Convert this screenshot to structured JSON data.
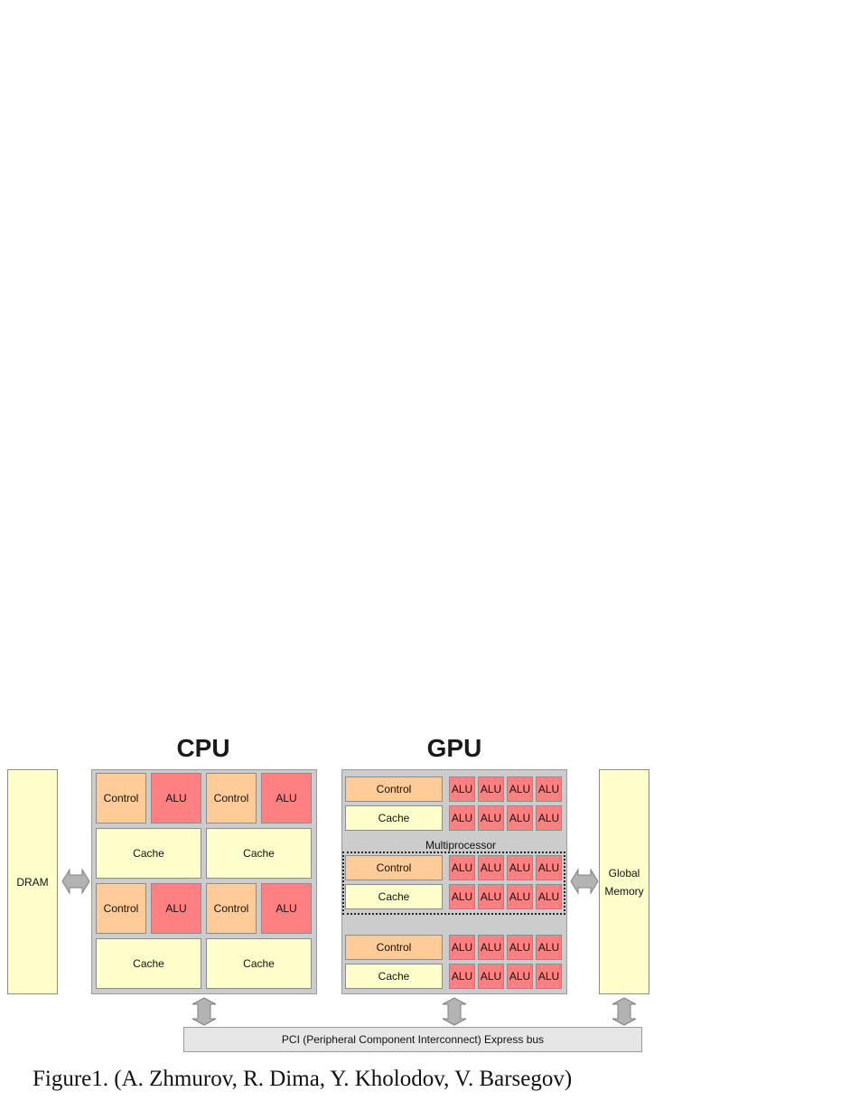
{
  "cpu": {
    "title": "CPU",
    "rows": [
      {
        "units": [
          {
            "type": "control",
            "label": "Control"
          },
          {
            "type": "alu",
            "label": "ALU"
          },
          {
            "type": "control",
            "label": "Control"
          },
          {
            "type": "alu",
            "label": "ALU"
          }
        ]
      },
      {
        "units": [
          {
            "type": "cache",
            "label": "Cache"
          },
          {
            "type": "cache",
            "label": "Cache"
          }
        ]
      },
      {
        "units": [
          {
            "type": "control",
            "label": "Control"
          },
          {
            "type": "alu",
            "label": "ALU"
          },
          {
            "type": "control",
            "label": "Control"
          },
          {
            "type": "alu",
            "label": "ALU"
          }
        ]
      },
      {
        "units": [
          {
            "type": "cache",
            "label": "Cache"
          },
          {
            "type": "cache",
            "label": "Cache"
          }
        ]
      }
    ]
  },
  "gpu": {
    "title": "GPU",
    "multiprocessor_label": "Multiprocessor",
    "control_label": "Control",
    "cache_label": "Cache",
    "alu_label": "ALU",
    "alus_per_row": 4,
    "multiprocessor_count": 3
  },
  "dram": {
    "label": "DRAM"
  },
  "global_memory": {
    "line1": "Global",
    "line2": "Memory"
  },
  "bus": {
    "label": "PCI (Peripheral Component Interconnect) Express bus"
  },
  "caption": "Figure1. (A. Zhmurov, R. Dima, Y. Kholodov, V. Barsegov)",
  "colors": {
    "control": "#ffcc99",
    "alu": "#ff8080",
    "cache": "#ffffcc",
    "memory": "#ffffcc",
    "chip": "#cccccc",
    "bus": "#e6e6e6",
    "arrow": "#b3b3b3"
  }
}
